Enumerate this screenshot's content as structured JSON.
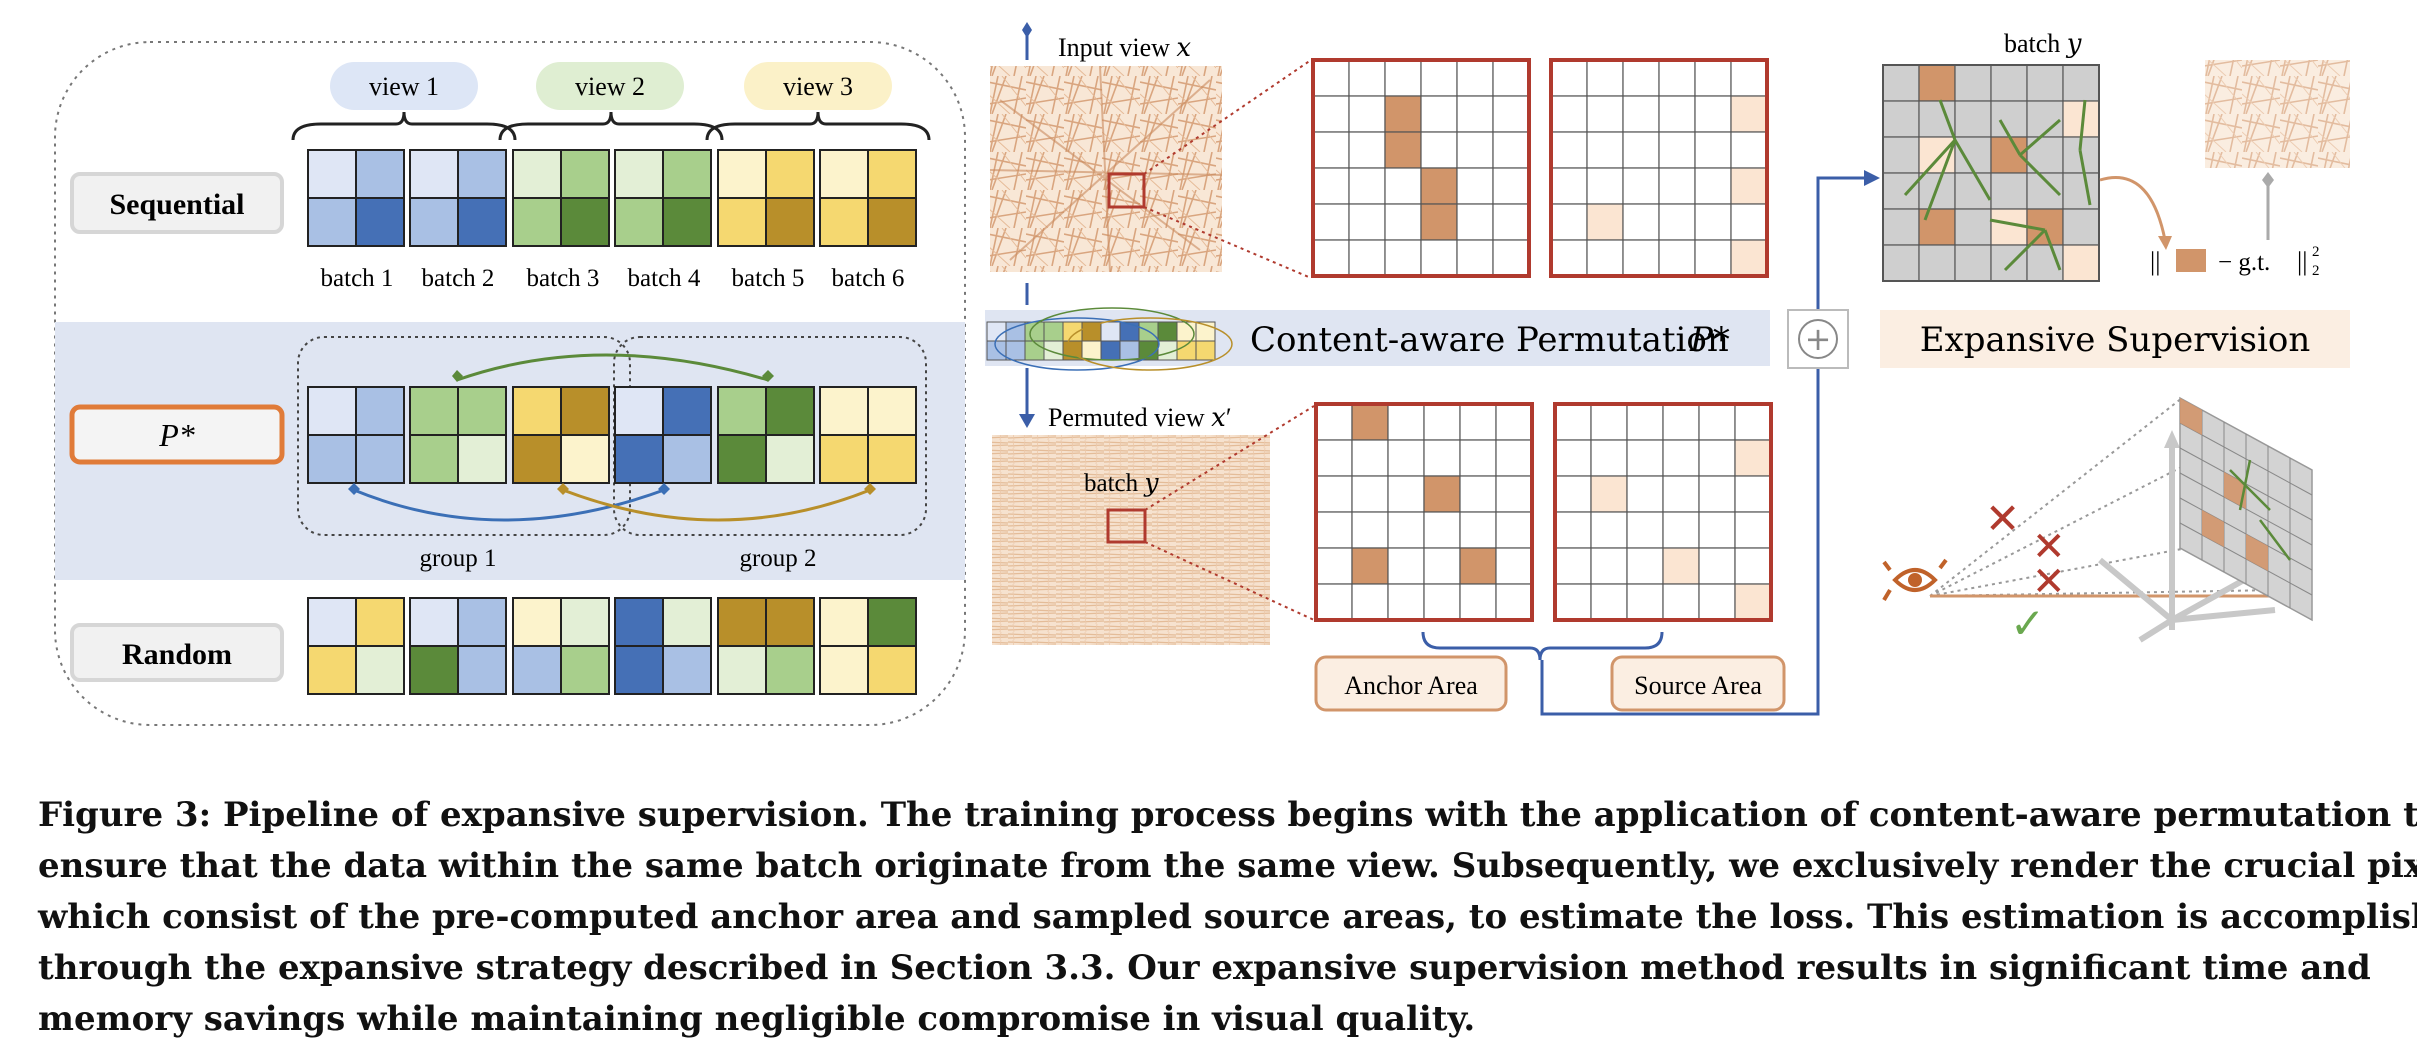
{
  "figure": {
    "views": [
      "view 1",
      "view 2",
      "view 3"
    ],
    "rows": {
      "sequential": "Sequential",
      "pstar": "P*",
      "random": "Random"
    },
    "batches": [
      "batch 1",
      "batch 2",
      "batch 3",
      "batch 4",
      "batch 5",
      "batch 6"
    ],
    "groups": [
      "group 1",
      "group 2"
    ],
    "input_view": "Input view 𝑥",
    "permuted_view": "Permuted view 𝑥′",
    "batch_y": "batch 𝑦",
    "permutation_label": "Content-aware Permutation",
    "permutation_symbol": "𝑃*",
    "plus_symbol": "+",
    "anchor_area": "Anchor Area",
    "source_area": "Source Area",
    "supervision_label": "Expansive Supervision",
    "loss_prefix": "||",
    "loss_middle": "−  g.t.",
    "loss_suffix": "||",
    "loss_sup": "2",
    "loss_sub": "2",
    "colors": {
      "blue_light": "#dfe6f5",
      "blue_mid": "#a9c0e4",
      "blue_dark": "#4570b6",
      "green_light": "#e3efd6",
      "green_mid": "#a8cf8c",
      "green_dark": "#5b8a3a",
      "yellow_light": "#fcf3cc",
      "yellow_mid": "#f5d870",
      "yellow_dark": "#b88f2a",
      "orange": "#d1956a",
      "red_border": "#b03a2e",
      "navy_line": "#3b5ea8",
      "band": "#dfe5f2"
    }
  },
  "caption": {
    "lines": [
      "Figure 3: Pipeline of expansive supervision. The training process begins with the application of content-aware permutation to",
      "ensure that the data within the same batch originate from the same view. Subsequently, we exclusively render the crucial pixels,",
      "which consist of the pre-computed anchor area and sampled source areas, to estimate the loss. This estimation is accomplished",
      "through the expansive strategy described in Section 3.3. Our expansive supervision method results in significant time and",
      "memory savings while maintaining negligible compromise in visual quality."
    ]
  }
}
